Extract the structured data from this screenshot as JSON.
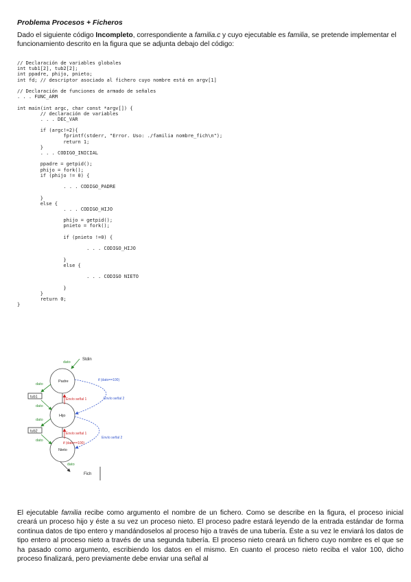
{
  "title": "Problema Procesos + Ficheros",
  "intro": {
    "p1": "Dado el siguiente código ",
    "bold": "Incompleto",
    "p2": ", correspondiente a ",
    "file": "familia.c",
    "p3": " y cuyo ejecutable es ",
    "exe": "familia",
    "p4": ", se pretende implementar el funcionamiento descrito en la figura que se adjunta debajo del código:"
  },
  "code_lines": [
    "// Declaración de variables globales",
    "int tub1[2], tub2[2];",
    "int ppadre, phijo, pnieto;",
    "int fd; // descriptor asociado al fichero cuyo nombre está en argv[1]",
    "",
    "// Declaración de funciones de armado de señales",
    ". . . FUNC_ARM",
    "",
    "int main(int argc, char const *argv[]) {",
    "        // declaración de variables",
    "        . . . DEC_VAR",
    "",
    "        if (argc!=2){",
    "                fprintf(stderr, \"Error. Uso: ./familia nombre_fich\\n\");",
    "                return 1;",
    "        }",
    "        . . . CODIGO_INICIAL",
    "",
    "        ppadre = getpid();",
    "        phijo = fork();",
    "        if (phijo != 0) {",
    "",
    "                . . . CODIGO_PADRE",
    "",
    "        }",
    "        else {",
    "                . . . CODIGO_HIJO",
    "",
    "                phijo = getpid();",
    "                pnieto = fork();",
    "",
    "                if (pnieto !=0) {",
    "",
    "                        . . . CODIGO_HIJO",
    "",
    "                }",
    "                else {",
    "",
    "                        . . . CODIGO NIETO",
    "",
    "                }",
    "        }",
    "        return 0;",
    "}"
  ],
  "figure": {
    "stdin_label": "Stdin",
    "dato": "dato",
    "nodes": {
      "padre": "Padre",
      "hijo": "Hijo",
      "nieto": "Nieto"
    },
    "tub1": "tub1",
    "tub2": "tub2",
    "envio_1a": "Envío señal 1",
    "envio_2a": "Envío señal 2",
    "envio_1b": "Envío señal 1",
    "envio_2b": "Envío señal 2",
    "cond_top": "if (dato==100)",
    "cond_bottom": "if (dato==100)",
    "fich": "Fich",
    "colors": {
      "green": "#2e8b2e",
      "red": "#cc2222",
      "blue": "#3355cc"
    }
  },
  "para": {
    "p1": "El ejecutable ",
    "exe": "familia",
    "p2": " recibe como argumento el nombre de un fichero. Como se describe en la figura, el proceso inicial creará un proceso hijo y éste a su vez un proceso nieto. El proceso padre estará leyendo de la entrada estándar de forma continua datos de tipo entero y mandándoselos al proceso hijo a través de una tubería. Éste a su vez le enviará los datos de tipo entero al proceso nieto a través de una segunda tubería. El proceso nieto creará un fichero cuyo nombre es el que se ha pasado como argumento, escribiendo los datos en el mismo. En cuanto el proceso nieto reciba el valor 100, dicho proceso finalizará, pero previamente debe enviar una señal al"
  }
}
